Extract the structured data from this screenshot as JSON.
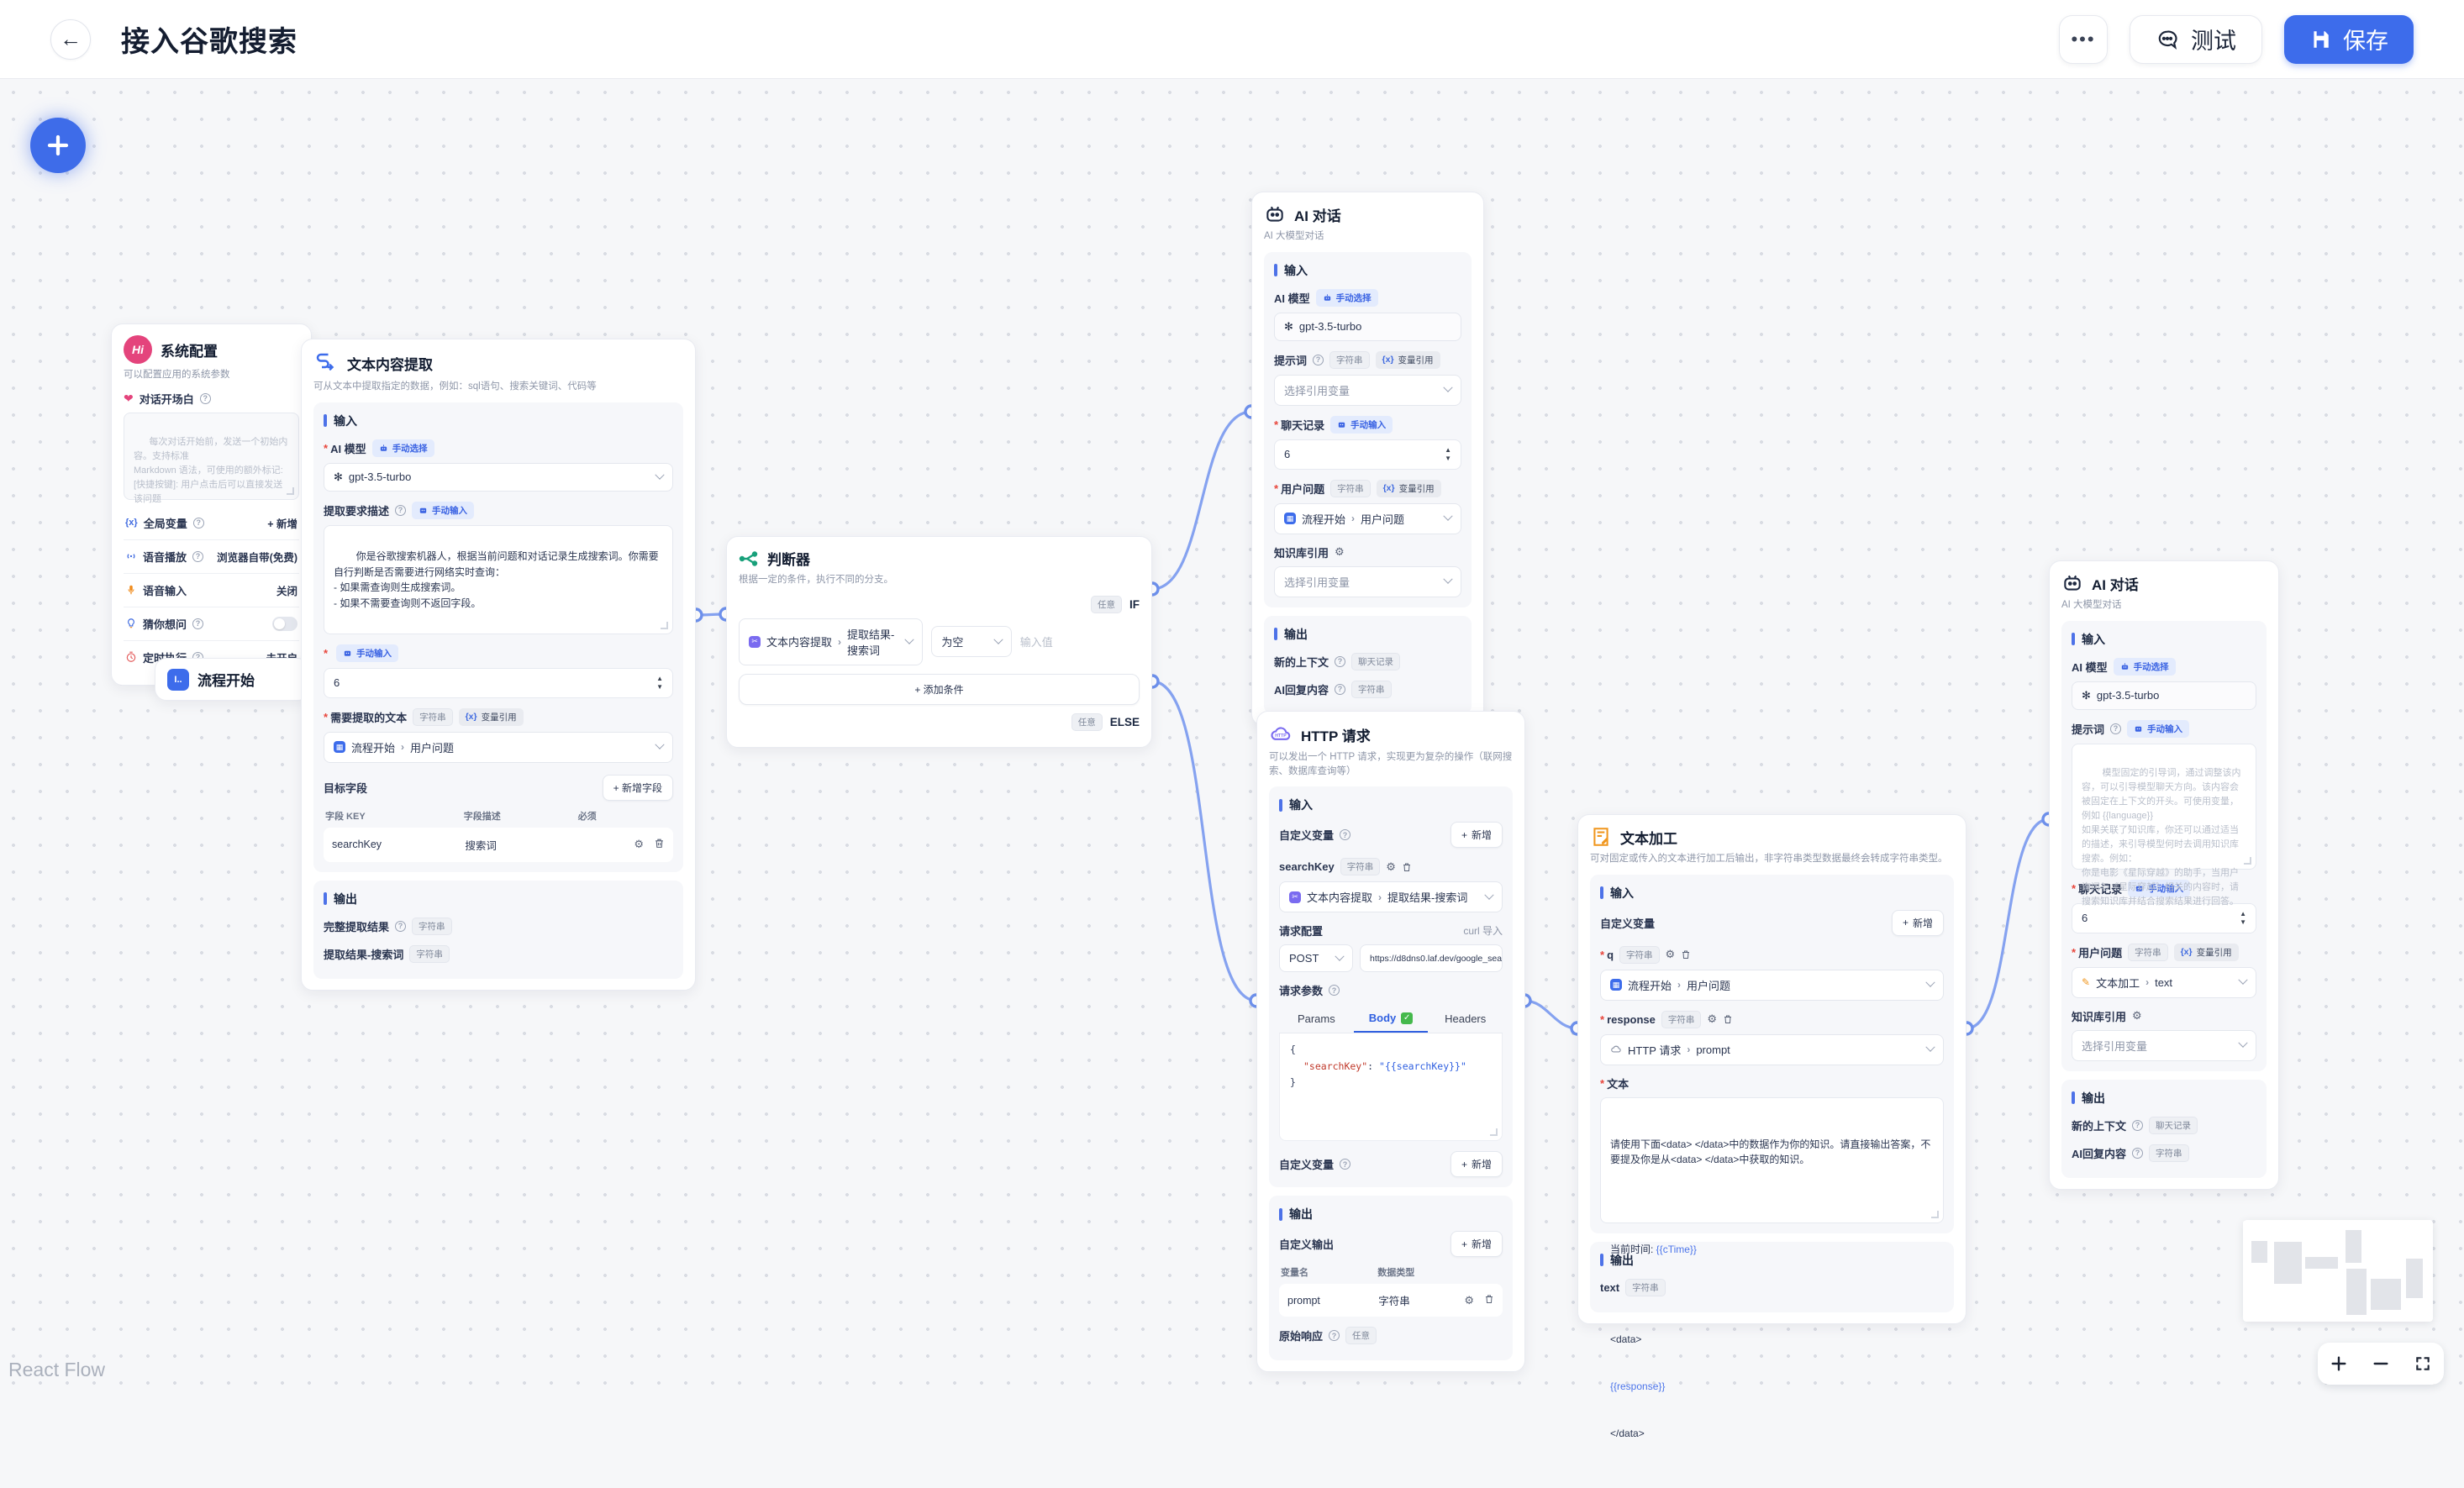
{
  "header": {
    "title": "接入谷歌搜索",
    "more": "•••",
    "test": "测试",
    "save": "保存"
  },
  "badges": {
    "string": "字符串",
    "var_ref": "变量引用",
    "manual_select": "手动选择",
    "manual_input": "手动输入",
    "chat_history": "聊天记录",
    "any": "任意"
  },
  "common": {
    "input": "输入",
    "output": "输出",
    "ai_model": "AI 模型",
    "model": "gpt-3.5-turbo",
    "prompt": "提示词",
    "chat_history": "聊天记录",
    "chat_count": "6",
    "user_question": "用户问题",
    "kb_ref": "知识库引用",
    "select_var": "选择引用变量",
    "new_context": "新的上下文",
    "ai_reply": "AI回复内容",
    "add": "新增",
    "if": "IF",
    "else": "ELSE"
  },
  "refs": {
    "flow_user_a": "流程开始",
    "flow_user_b": "用户问题",
    "extract_a": "文本内容提取",
    "extract_b": "提取结果-搜索词",
    "http_a": "HTTP 请求",
    "http_b": "prompt",
    "tp_a": "文本加工",
    "tp_b": "text"
  },
  "system_config": {
    "title": "系统配置",
    "icon_text": "Hi",
    "subtitle": "可以配置应用的系统参数",
    "opening_label": "对话开场白",
    "opening_placeholder": "每次对话开始前，发送一个初始内容。支持标准\nMarkdown 语法，可使用的额外标记:\n[快捷按键]: 用户点击后可以直接发送该问题",
    "global_var": "全局变量",
    "global_var_action": "+ 新增",
    "tts": "语音播放",
    "tts_value": "浏览器自带(免费)",
    "stt": "语音输入",
    "stt_value": "关闭",
    "guess": "猜你想问",
    "schedule": "定时执行",
    "schedule_value": "未开启"
  },
  "flow_start": {
    "title": "流程开始",
    "icon_text": "I.."
  },
  "text_extract": {
    "title": "文本内容提取",
    "subtitle": "可从文本中提取指定的数据，例如：sql语句、搜索关键词、代码等",
    "req_label": "提取要求描述",
    "req_text": "你是谷歌搜索机器人，根据当前问题和对话记录生成搜索词。你需要自行判断是否需要进行网络实时查询：\n- 如果需查询则生成搜索词。\n- 如果不需要查询则不返回字段。",
    "text_label": "需要提取的文本",
    "target_label": "目标字段",
    "add_field": "+ 新增字段",
    "col_key": "字段 KEY",
    "col_desc": "字段描述",
    "col_req": "必须",
    "field_key": "searchKey",
    "field_desc": "搜索词",
    "out_full": "完整提取结果",
    "out_search": "提取结果-搜索词"
  },
  "condition": {
    "title": "判断器",
    "subtitle": "根据一定的条件，执行不同的分支。",
    "op": "为空",
    "value_placeholder": "输入值",
    "add_condition": "+ 添加条件"
  },
  "ai_chat_top": {
    "title": "AI 对话",
    "subtitle": "AI 大模型对话"
  },
  "ai_chat_right": {
    "title": "AI 对话",
    "subtitle": "AI 大模型对话",
    "prompt_placeholder": "模型固定的引导词，通过调整该内容，可以引导模型聊天方向。该内容会被固定在上下文的开头。可使用变量，例如 {{language}}\n如果关联了知识库，你还可以通过适当的描述，来引导模型何时去调用知识库搜索。例如：\n你是电影《星际穿越》的助手，当用户询问与《星际穿越》相关的内容时，请搜索知识库并结合搜索结果进行回答。"
  },
  "http_request": {
    "title": "HTTP 请求",
    "subtitle": "可以发出一个 HTTP 请求，实现更为复杂的操作（联网搜索、数据库查询等）",
    "custom_var": "自定义变量",
    "var_name": "searchKey",
    "req_config": "请求配置",
    "curl_import": "curl 导入",
    "method": "POST",
    "url": "https://d8dns0.laf.dev/google_search",
    "req_params": "请求参数",
    "tab_params": "Params",
    "tab_body": "Body",
    "tab_headers": "Headers",
    "code_open": "{",
    "code_key": "\"searchKey\"",
    "code_colon": ": ",
    "code_value": "\"{{searchKey}}\"",
    "code_close": "}",
    "custom_output": "自定义输出",
    "col_var": "变量名",
    "col_type": "数据类型",
    "out_var": "prompt",
    "out_type": "字符串",
    "raw_label": "原始响应"
  },
  "text_process": {
    "title": "文本加工",
    "subtitle": "可对固定或传入的文本进行加工后输出，非字符串类型数据最终会转成字符串类型。",
    "custom_var": "自定义变量",
    "q_name": "q",
    "resp_name": "response",
    "text_label": "文本",
    "line1": "请使用下面<data> </data>中的数据作为你的知识。请直接输出答案，不要提及你是从<data> </data>中获取的知识。",
    "time_label": "当前时间: ",
    "time_var": "{{cTime}}",
    "data_open": "<data>",
    "resp_var": "{{response}}",
    "data_close": "</data>",
    "out_name": "text"
  },
  "controls": {
    "attribution": "React Flow"
  }
}
